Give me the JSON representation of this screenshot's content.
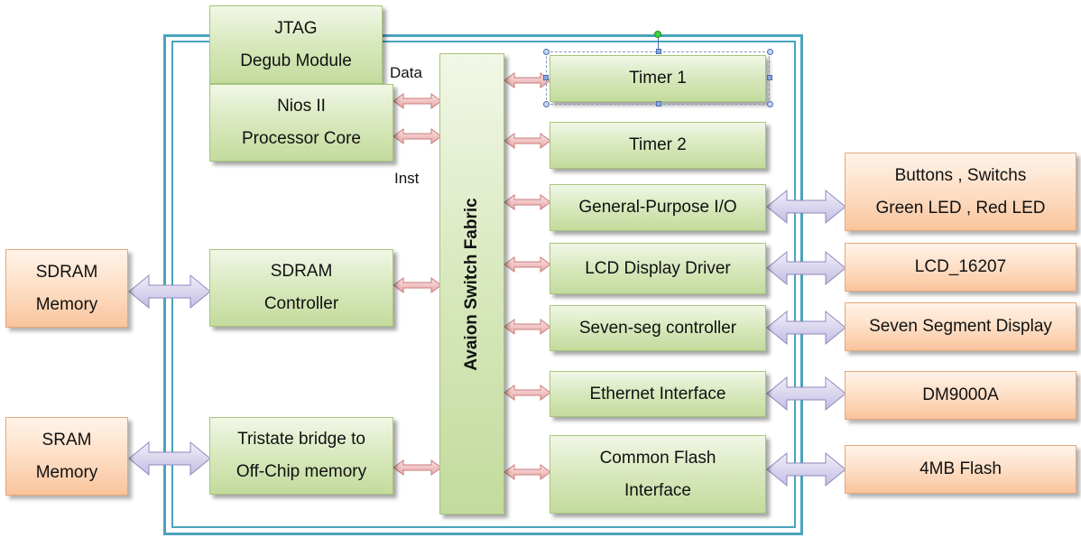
{
  "diagram": {
    "fabric": "Avaion Switch Fabric",
    "labels": {
      "data": "Data",
      "inst": "Inst"
    },
    "left_modules": {
      "jtag": [
        "JTAG",
        "Degub Module"
      ],
      "nios": [
        "Nios II",
        "Processor Core"
      ],
      "sdram_ctrl": [
        "SDRAM",
        "Controller"
      ],
      "tristate": [
        "Tristate bridge to",
        "Off-Chip memory"
      ]
    },
    "memories": {
      "sdram": [
        "SDRAM",
        "Memory"
      ],
      "sram": [
        "SRAM",
        "Memory"
      ]
    },
    "peripherals": {
      "timer1": "Timer 1",
      "timer2": "Timer 2",
      "gpio": "General-Purpose I/O",
      "lcd_driver": "LCD Display Driver",
      "sevenseg_ctrl": "Seven-seg controller",
      "ethernet": "Ethernet Interface",
      "flash_if": [
        "Common Flash",
        "Interface"
      ]
    },
    "devices": {
      "buttons": [
        "Buttons , Switchs",
        "Green LED , Red LED"
      ],
      "lcd": "LCD_16207",
      "sevenseg": "Seven Segment Display",
      "dm9000": "DM9000A",
      "flash": "4MB Flash"
    }
  }
}
